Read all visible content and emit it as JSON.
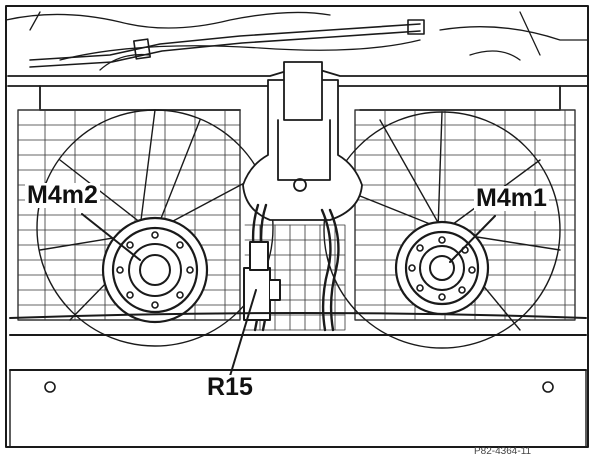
{
  "labels": {
    "m4m2": "M4m2",
    "m4m1": "M4m1",
    "r15": "R15"
  },
  "figure_code": "P82-4364-11"
}
